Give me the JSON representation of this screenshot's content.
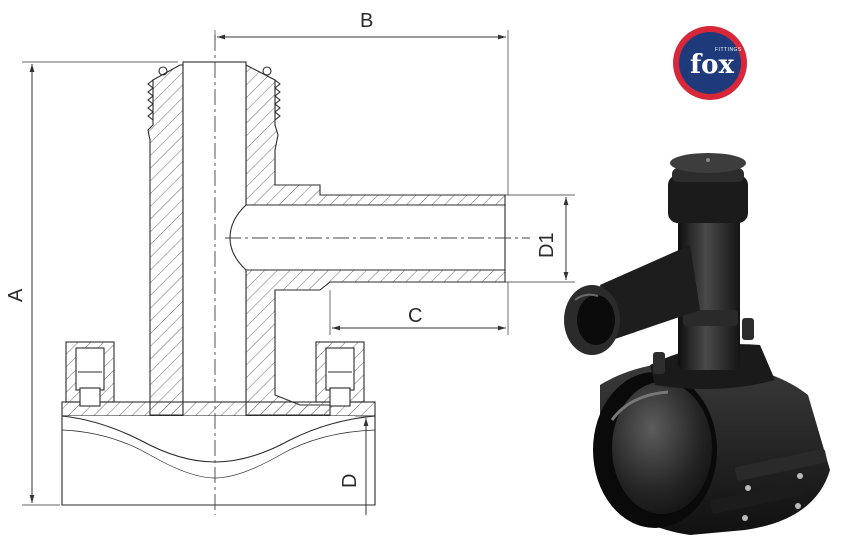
{
  "drawing": {
    "dimensions": {
      "A": "A",
      "B": "B",
      "C": "C",
      "D": "D",
      "D1": "D1"
    }
  },
  "logo": {
    "small_text": "FITTINGS",
    "main_text": "fox",
    "colors": {
      "ring": "#d9273a",
      "fill": "#1f3a7a",
      "text": "#ffffff"
    }
  },
  "product_photo": {
    "subject": "black-polyethylene-tapping-saddle"
  }
}
